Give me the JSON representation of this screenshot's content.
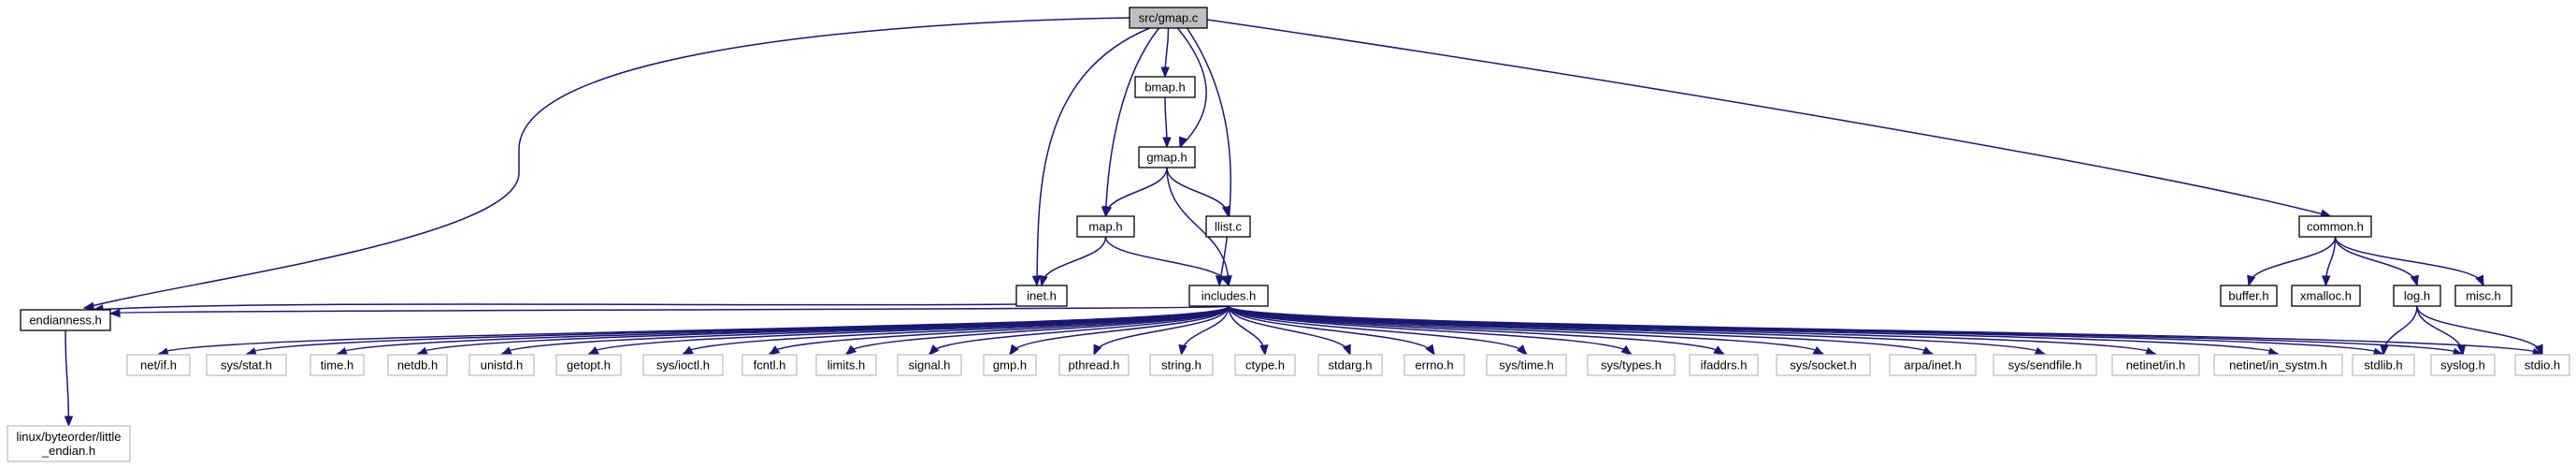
{
  "graph": {
    "colors": {
      "edge": "#191970",
      "root_fill": "#bfbfbf",
      "local_border": "#000000",
      "system_border": "#bfbfbf",
      "background": "#ffffff"
    },
    "nodes": [
      {
        "id": "gmap_c",
        "label": "src/gmap.c",
        "kind": "root"
      },
      {
        "id": "bmap_h",
        "label": "bmap.h",
        "kind": "local"
      },
      {
        "id": "gmap_h",
        "label": "gmap.h",
        "kind": "local"
      },
      {
        "id": "map_h",
        "label": "map.h",
        "kind": "local"
      },
      {
        "id": "list_c",
        "label": "llist.c",
        "kind": "local"
      },
      {
        "id": "inet_h",
        "label": "inet.h",
        "kind": "local"
      },
      {
        "id": "includes_h",
        "label": "includes.h",
        "kind": "local"
      },
      {
        "id": "endianness_h",
        "label": "endianness.h",
        "kind": "local"
      },
      {
        "id": "linux_byteorder",
        "label": [
          "linux/byteorder/little",
          "_endian.h"
        ],
        "kind": "system"
      },
      {
        "id": "common_h",
        "label": "common.h",
        "kind": "local"
      },
      {
        "id": "buffer_h",
        "label": "buffer.h",
        "kind": "local"
      },
      {
        "id": "xmalloc_h",
        "label": "xmalloc.h",
        "kind": "local"
      },
      {
        "id": "log_h",
        "label": "log.h",
        "kind": "local"
      },
      {
        "id": "misc_h",
        "label": "misc.h",
        "kind": "local"
      },
      {
        "id": "net_if_h",
        "label": "net/if.h",
        "kind": "system"
      },
      {
        "id": "sys_stat_h",
        "label": "sys/stat.h",
        "kind": "system"
      },
      {
        "id": "time_h",
        "label": "time.h",
        "kind": "system"
      },
      {
        "id": "netdb_h",
        "label": "netdb.h",
        "kind": "system"
      },
      {
        "id": "unistd_h",
        "label": "unistd.h",
        "kind": "system"
      },
      {
        "id": "getopt_h",
        "label": "getopt.h",
        "kind": "system"
      },
      {
        "id": "sys_ioctl_h",
        "label": "sys/ioctl.h",
        "kind": "system"
      },
      {
        "id": "fcntl_h",
        "label": "fcntl.h",
        "kind": "system"
      },
      {
        "id": "limits_h",
        "label": "limits.h",
        "kind": "system"
      },
      {
        "id": "signal_h",
        "label": "signal.h",
        "kind": "system"
      },
      {
        "id": "gmp_h",
        "label": "gmp.h",
        "kind": "system"
      },
      {
        "id": "pthread_h",
        "label": "pthread.h",
        "kind": "system"
      },
      {
        "id": "string_h",
        "label": "string.h",
        "kind": "system"
      },
      {
        "id": "ctype_h",
        "label": "ctype.h",
        "kind": "system"
      },
      {
        "id": "stdarg_h",
        "label": "stdarg.h",
        "kind": "system"
      },
      {
        "id": "errno_h",
        "label": "errno.h",
        "kind": "system"
      },
      {
        "id": "sys_time_h",
        "label": "sys/time.h",
        "kind": "system"
      },
      {
        "id": "sys_types_h",
        "label": "sys/types.h",
        "kind": "system"
      },
      {
        "id": "ifaddrs_h",
        "label": "ifaddrs.h",
        "kind": "system"
      },
      {
        "id": "sys_socket_h",
        "label": "sys/socket.h",
        "kind": "system"
      },
      {
        "id": "arpa_inet_h",
        "label": "arpa/inet.h",
        "kind": "system"
      },
      {
        "id": "sys_sendfile_h",
        "label": "sys/sendfile.h",
        "kind": "system"
      },
      {
        "id": "netinet_in_h",
        "label": "netinet/in.h",
        "kind": "system"
      },
      {
        "id": "netinet_in_systm_h",
        "label": "netinet/in_systm.h",
        "kind": "system"
      },
      {
        "id": "stdlib_h",
        "label": "stdlib.h",
        "kind": "system"
      },
      {
        "id": "syslog_h",
        "label": "syslog.h",
        "kind": "system"
      },
      {
        "id": "stdio_h",
        "label": "stdio.h",
        "kind": "system"
      }
    ],
    "edges": [
      [
        "gmap_c",
        "bmap_h"
      ],
      [
        "gmap_c",
        "gmap_h"
      ],
      [
        "gmap_c",
        "map_h"
      ],
      [
        "gmap_c",
        "inet_h"
      ],
      [
        "gmap_c",
        "includes_h"
      ],
      [
        "gmap_c",
        "endianness_h"
      ],
      [
        "gmap_c",
        "common_h"
      ],
      [
        "bmap_h",
        "gmap_h"
      ],
      [
        "gmap_h",
        "map_h"
      ],
      [
        "gmap_h",
        "list_c"
      ],
      [
        "gmap_h",
        "includes_h"
      ],
      [
        "map_h",
        "inet_h"
      ],
      [
        "map_h",
        "includes_h"
      ],
      [
        "inet_h",
        "endianness_h"
      ],
      [
        "endianness_h",
        "linux_byteorder"
      ],
      [
        "includes_h",
        "endianness_h"
      ],
      [
        "includes_h",
        "net_if_h"
      ],
      [
        "includes_h",
        "sys_stat_h"
      ],
      [
        "includes_h",
        "time_h"
      ],
      [
        "includes_h",
        "netdb_h"
      ],
      [
        "includes_h",
        "unistd_h"
      ],
      [
        "includes_h",
        "getopt_h"
      ],
      [
        "includes_h",
        "sys_ioctl_h"
      ],
      [
        "includes_h",
        "fcntl_h"
      ],
      [
        "includes_h",
        "limits_h"
      ],
      [
        "includes_h",
        "signal_h"
      ],
      [
        "includes_h",
        "gmp_h"
      ],
      [
        "includes_h",
        "pthread_h"
      ],
      [
        "includes_h",
        "string_h"
      ],
      [
        "includes_h",
        "ctype_h"
      ],
      [
        "includes_h",
        "stdarg_h"
      ],
      [
        "includes_h",
        "errno_h"
      ],
      [
        "includes_h",
        "sys_time_h"
      ],
      [
        "includes_h",
        "sys_types_h"
      ],
      [
        "includes_h",
        "ifaddrs_h"
      ],
      [
        "includes_h",
        "sys_socket_h"
      ],
      [
        "includes_h",
        "arpa_inet_h"
      ],
      [
        "includes_h",
        "sys_sendfile_h"
      ],
      [
        "includes_h",
        "netinet_in_h"
      ],
      [
        "includes_h",
        "netinet_in_systm_h"
      ],
      [
        "includes_h",
        "stdlib_h"
      ],
      [
        "includes_h",
        "syslog_h"
      ],
      [
        "includes_h",
        "stdio_h"
      ],
      [
        "common_h",
        "buffer_h"
      ],
      [
        "common_h",
        "xmalloc_h"
      ],
      [
        "common_h",
        "log_h"
      ],
      [
        "common_h",
        "misc_h"
      ],
      [
        "log_h",
        "stdlib_h"
      ],
      [
        "log_h",
        "syslog_h"
      ],
      [
        "log_h",
        "stdio_h"
      ]
    ]
  }
}
